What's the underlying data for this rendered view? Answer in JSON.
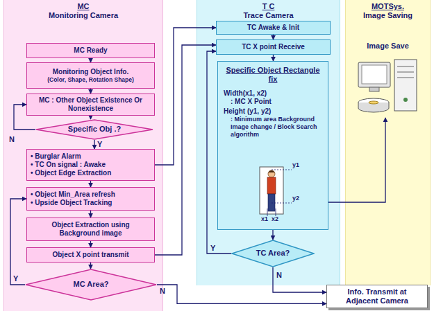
{
  "diagram": {
    "nodes": [
      {
        "text": [
          "MC",
          "Monitoring Camera"
        ]
      },
      {
        "text": [
          "MC Ready"
        ],
        "in": 0
      },
      {
        "text": [
          "Monitoring Object Info.",
          "(Color, Shape, Rotation Shape)"
        ],
        "in": 0
      },
      {
        "text": [
          "MC : Other Object Existence Or Nonexistence"
        ],
        "in": 0
      },
      {
        "text": [
          "Specific Obj .?"
        ],
        "in": 0
      },
      {
        "text": [
          "• Burglar Alarm",
          "• TC On signal : Awake",
          "• Object Edge Extraction"
        ],
        "in": 0
      },
      {
        "text": [
          "• Object Min_Area refresh",
          "• Upside Object Tracking"
        ],
        "in": 0
      },
      {
        "text": [
          "Object Extraction using Background image"
        ],
        "in": 0
      },
      {
        "text": [
          "Object X point transmit"
        ],
        "in": 0
      },
      {
        "text": [
          "MC Area?"
        ],
        "in": 0
      },
      {
        "text": [
          "T C",
          "Trace Camera"
        ]
      },
      {
        "text": [
          "TC Awake & Init"
        ],
        "in": 10
      },
      {
        "text": [
          "TC X point Receive"
        ],
        "in": 10
      },
      {
        "text": [
          "Specific Object Rectangle fix",
          "Width(x1, x2)",
          ": MC X Point",
          "Height (y1, y2)",
          ": Minimum area Background Image change / Block Search algorithm"
        ],
        "in": 10
      },
      {
        "text": [
          "TC Area?"
        ],
        "in": 10
      },
      {
        "text": [
          "MOTSys.",
          "Image Saving"
        ]
      },
      {
        "text": [
          "Image Save"
        ],
        "in": 15
      },
      {
        "text": [
          "Info. Transmit at Adjacent Camera"
        ]
      }
    ],
    "edges": [
      {
        "from": 1,
        "to": 2,
        "arrow": "to"
      },
      {
        "from": 2,
        "to": 3,
        "arrow": "to"
      },
      {
        "from": 3,
        "to": 4,
        "arrow": "to"
      },
      {
        "from": 4,
        "to": 3,
        "arrow": "to"
      },
      {
        "from": 4,
        "to": 5,
        "arrow": "to"
      },
      {
        "from": 5,
        "to": 11,
        "arrow": "to"
      },
      {
        "from": 5,
        "to": 6,
        "arrow": "to"
      },
      {
        "from": 6,
        "to": 7,
        "arrow": "to"
      },
      {
        "from": 7,
        "to": 8,
        "arrow": "to"
      },
      {
        "from": 8,
        "to": 9,
        "arrow": "to"
      },
      {
        "from": 9,
        "to": 6,
        "arrow": "to"
      },
      {
        "from": 9,
        "to": 17,
        "arrow": "to"
      },
      {
        "from": 8,
        "to": 12,
        "arrow": "to"
      },
      {
        "from": 11,
        "to": 12,
        "arrow": "to"
      },
      {
        "from": 12,
        "to": 13,
        "arrow": "to"
      },
      {
        "from": 13,
        "to": 14,
        "arrow": "to"
      },
      {
        "from": 14,
        "to": 12,
        "arrow": "to"
      },
      {
        "from": 14,
        "to": 17,
        "arrow": "to"
      },
      {
        "from": 13,
        "to": 16,
        "arrow": "to"
      }
    ],
    "labels": [
      "N",
      "Y",
      "y1",
      "y2",
      "x1",
      "x2",
      "Y",
      "N",
      "Y",
      "N"
    ]
  }
}
